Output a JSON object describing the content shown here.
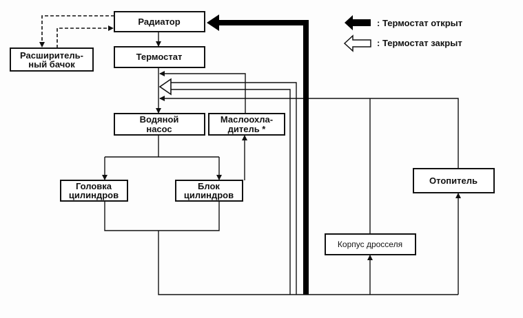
{
  "nodes": {
    "radiator": "Радиатор",
    "thermostat": "Термостат",
    "expansion_tank": [
      "Расширитель-",
      "ный бачок"
    ],
    "water_pump": [
      "Водяной",
      "насос"
    ],
    "oil_cooler": [
      "Маслоохла-",
      "дитель *"
    ],
    "cylinder_head": [
      "Головка",
      "цилиндров"
    ],
    "cylinder_block": [
      "Блок",
      "цилиндров"
    ],
    "throttle_body": "Корпус дросселя",
    "heater": "Отопитель"
  },
  "legend": {
    "open": ":  Термостат открыт",
    "closed": ":  Термостат закрыт"
  },
  "colors": {
    "line": "#111111",
    "background": "#ffffff"
  }
}
